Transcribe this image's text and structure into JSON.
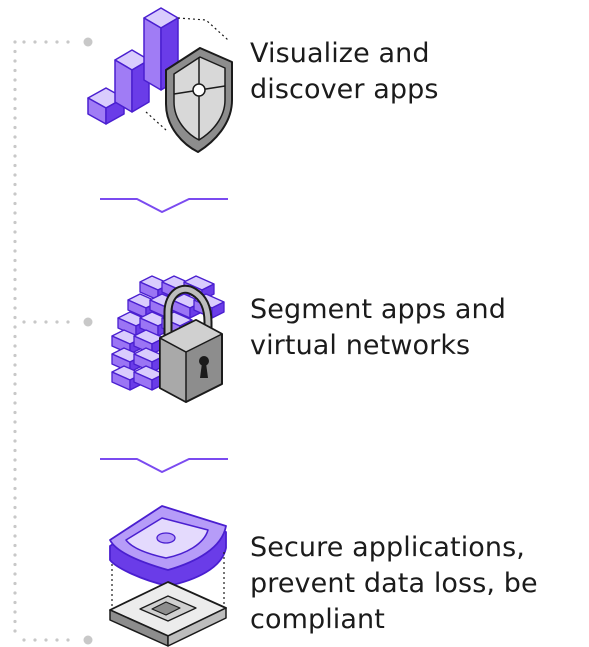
{
  "steps": [
    {
      "label": "Visualize and discover apps",
      "icon": "chart-shield-icon"
    },
    {
      "label": "Segment apps and virtual networks",
      "icon": "brick-wall-padlock-icon"
    },
    {
      "label": "Secure applications, prevent data loss, be compliant",
      "icon": "shield-chip-icon"
    }
  ],
  "colors": {
    "accent": "#7b4bf0",
    "accent_light": "#c4b0fb",
    "accent_dark": "#4a1fd0",
    "gray_fill": "#9a9a9a",
    "dotted_line": "#c8c8c8",
    "text": "#1b1b1b"
  }
}
